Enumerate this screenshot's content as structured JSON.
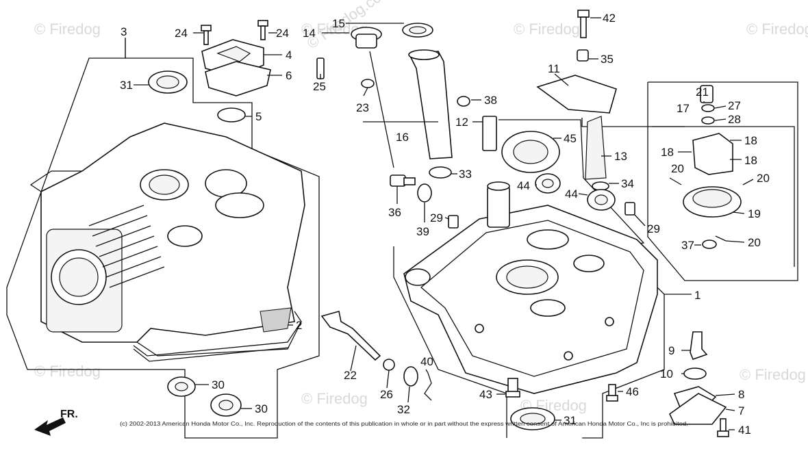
{
  "watermarks": [
    "© Firedog",
    "© Firedog",
    "© Firedog",
    "© Firedog",
    "© Firedog",
    "© Firedog",
    "© Firedog",
    "© Firedog"
  ],
  "center_watermark": "© Firedog.com",
  "direction_label": "FR.",
  "copyright": "(c) 2002-2013 American Honda Motor Co., Inc. Reproduction of the contents of this publication in whole or in part without the express written consent of American Honda Motor Co., Inc is prohibited.",
  "callouts": [
    {
      "id": "c3",
      "label": "3"
    },
    {
      "id": "c24a",
      "label": "24"
    },
    {
      "id": "c24b",
      "label": "24"
    },
    {
      "id": "c14",
      "label": "14"
    },
    {
      "id": "c15",
      "label": "15"
    },
    {
      "id": "c42",
      "label": "42"
    },
    {
      "id": "c4",
      "label": "4"
    },
    {
      "id": "c35",
      "label": "35"
    },
    {
      "id": "c6",
      "label": "6"
    },
    {
      "id": "c31a",
      "label": "31"
    },
    {
      "id": "c25",
      "label": "25"
    },
    {
      "id": "c11",
      "label": "11"
    },
    {
      "id": "c38",
      "label": "38"
    },
    {
      "id": "c23",
      "label": "23"
    },
    {
      "id": "c5",
      "label": "5"
    },
    {
      "id": "c16",
      "label": "16"
    },
    {
      "id": "c21",
      "label": "21"
    },
    {
      "id": "c27",
      "label": "27"
    },
    {
      "id": "c17",
      "label": "17"
    },
    {
      "id": "c28",
      "label": "28"
    },
    {
      "id": "c12",
      "label": "12"
    },
    {
      "id": "c45",
      "label": "45"
    },
    {
      "id": "c18a",
      "label": "18"
    },
    {
      "id": "c18b",
      "label": "18"
    },
    {
      "id": "c18c",
      "label": "18"
    },
    {
      "id": "c13",
      "label": "13"
    },
    {
      "id": "c20a",
      "label": "20"
    },
    {
      "id": "c20b",
      "label": "20"
    },
    {
      "id": "c33",
      "label": "33"
    },
    {
      "id": "c34",
      "label": "34"
    },
    {
      "id": "c44a",
      "label": "44"
    },
    {
      "id": "c44b",
      "label": "44"
    },
    {
      "id": "c36",
      "label": "36"
    },
    {
      "id": "c29a",
      "label": "29"
    },
    {
      "id": "c39",
      "label": "39"
    },
    {
      "id": "c19",
      "label": "19"
    },
    {
      "id": "c29b",
      "label": "29"
    },
    {
      "id": "c20c",
      "label": "20"
    },
    {
      "id": "c37",
      "label": "37"
    },
    {
      "id": "c1",
      "label": "1"
    },
    {
      "id": "c2",
      "label": "2"
    },
    {
      "id": "c9",
      "label": "9"
    },
    {
      "id": "c22",
      "label": "22"
    },
    {
      "id": "c40",
      "label": "40"
    },
    {
      "id": "c10",
      "label": "10"
    },
    {
      "id": "c26",
      "label": "26"
    },
    {
      "id": "c30a",
      "label": "30"
    },
    {
      "id": "c46",
      "label": "46"
    },
    {
      "id": "c8",
      "label": "8"
    },
    {
      "id": "c43",
      "label": "43"
    },
    {
      "id": "c30b",
      "label": "30"
    },
    {
      "id": "c7",
      "label": "7"
    },
    {
      "id": "c32",
      "label": "32"
    },
    {
      "id": "c31b",
      "label": "31"
    },
    {
      "id": "c41",
      "label": "41"
    }
  ]
}
